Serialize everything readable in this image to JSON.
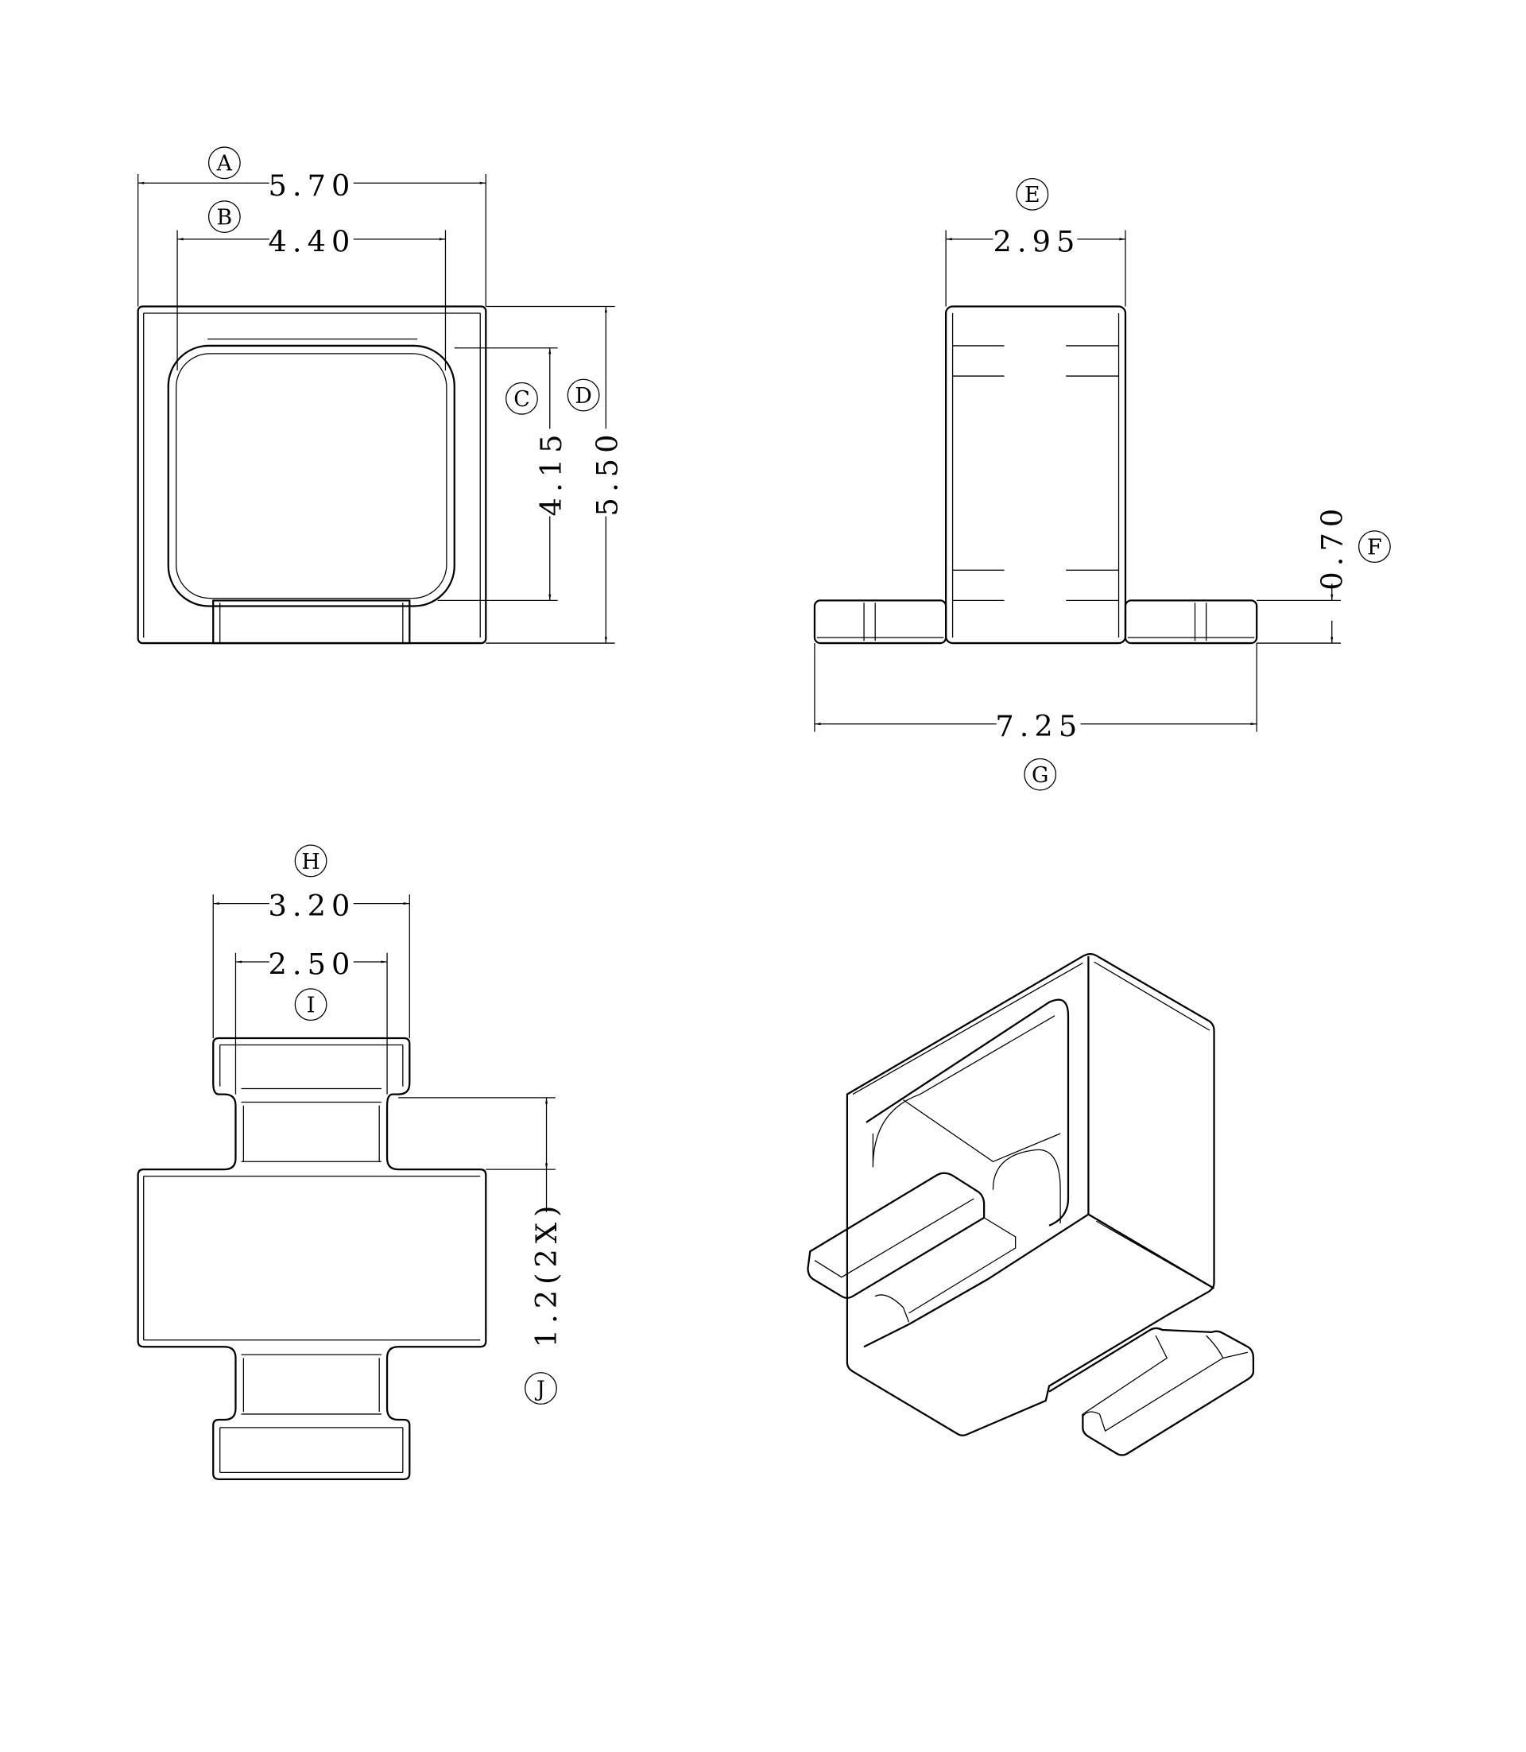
{
  "views": {
    "front": {
      "dims": [
        {
          "label": "A",
          "value": "5.70"
        },
        {
          "label": "B",
          "value": "4.40"
        },
        {
          "label": "C",
          "value": "4.15"
        },
        {
          "label": "D",
          "value": "5.50"
        }
      ]
    },
    "side": {
      "dims": [
        {
          "label": "E",
          "value": "2.95"
        },
        {
          "label": "F",
          "value": "0.70"
        },
        {
          "label": "G",
          "value": "7.25"
        }
      ]
    },
    "bottom": {
      "dims": [
        {
          "label": "H",
          "value": "3.20"
        },
        {
          "label": "I",
          "value": "2.50"
        },
        {
          "label": "J",
          "value": "1.2(2X)"
        }
      ]
    }
  }
}
